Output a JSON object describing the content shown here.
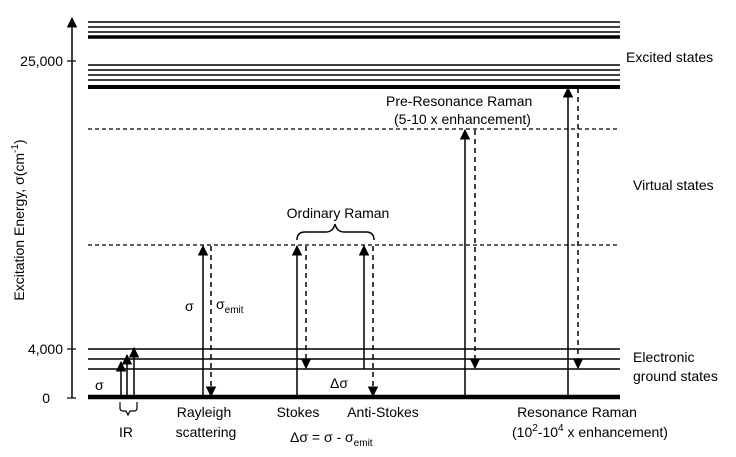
{
  "axis": {
    "ylabel_main": "Excitation Energy, σ(cm",
    "ylabel_sup": "-1",
    "ylabel_close": ")",
    "ticks": [
      "25,000",
      "4,000",
      "0"
    ]
  },
  "states": {
    "excited": "Excited states",
    "virtual": "Virtual states",
    "ground_line1": "Electronic",
    "ground_line2": "ground states"
  },
  "ir": {
    "sigma": "σ",
    "label": "IR"
  },
  "rayleigh": {
    "sigma": "σ",
    "sigma_emit_base": "σ",
    "sigma_emit_sub": "emit",
    "label_line1": "Rayleigh",
    "label_line2": "scattering"
  },
  "ordinary": {
    "label": "Ordinary Raman",
    "delta_sigma": "Δσ",
    "stokes": "Stokes",
    "anti_stokes": "Anti-Stokes",
    "formula_main": "Δσ = σ - σ",
    "formula_sub": "emit"
  },
  "pre_resonance": {
    "line1": "Pre-Resonance Raman",
    "line2": "(5-10 x enhancement)"
  },
  "resonance": {
    "line1": "Resonance Raman",
    "line2_a": "(10",
    "line2_sup1": "2",
    "line2_b": "-10",
    "line2_sup2": "4",
    "line2_c": " x enhancement)"
  }
}
